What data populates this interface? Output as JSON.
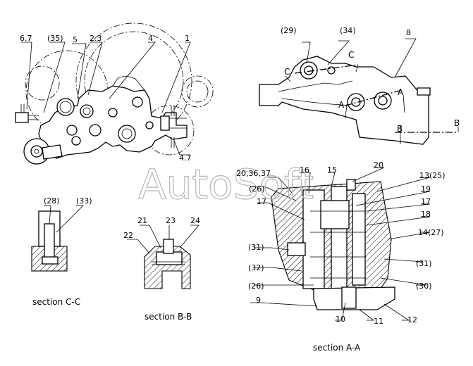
{
  "watermark": "AutoSoft",
  "sections": {
    "cc": "section C-C",
    "bb": "section B-B",
    "aa": "section A-A"
  },
  "callouts": {
    "c67": "6.7",
    "c35": "(35)",
    "c5": "5",
    "c23": "2.3",
    "c4": "4",
    "c1": "1",
    "c47": "4.7",
    "c29": "(29)",
    "c34": "(34)",
    "c8": "8",
    "c28": "(28)",
    "c33": "(33)",
    "c21": "21",
    "c23b": "23",
    "c24": "24",
    "c22": "22",
    "c203637": "20,36,37",
    "c16": "16",
    "c15": "15",
    "c20": "20",
    "c1325": "13(25)",
    "c26a": "(26)",
    "c19": "19",
    "c17a": "17",
    "c17b": "17",
    "c18": "18",
    "c1427": "14(27)",
    "c31a": "(31)",
    "c31b": "(31)",
    "c32": "(32)",
    "c30": "(30)",
    "c26b": "(26)",
    "c9": "9",
    "c10": "10",
    "c11": "11",
    "c12": "12"
  },
  "section_marks": {
    "c_left": "C",
    "c_right": "C",
    "a_upper": "A",
    "a_lower": "A",
    "b": "B",
    "b2": "B"
  }
}
